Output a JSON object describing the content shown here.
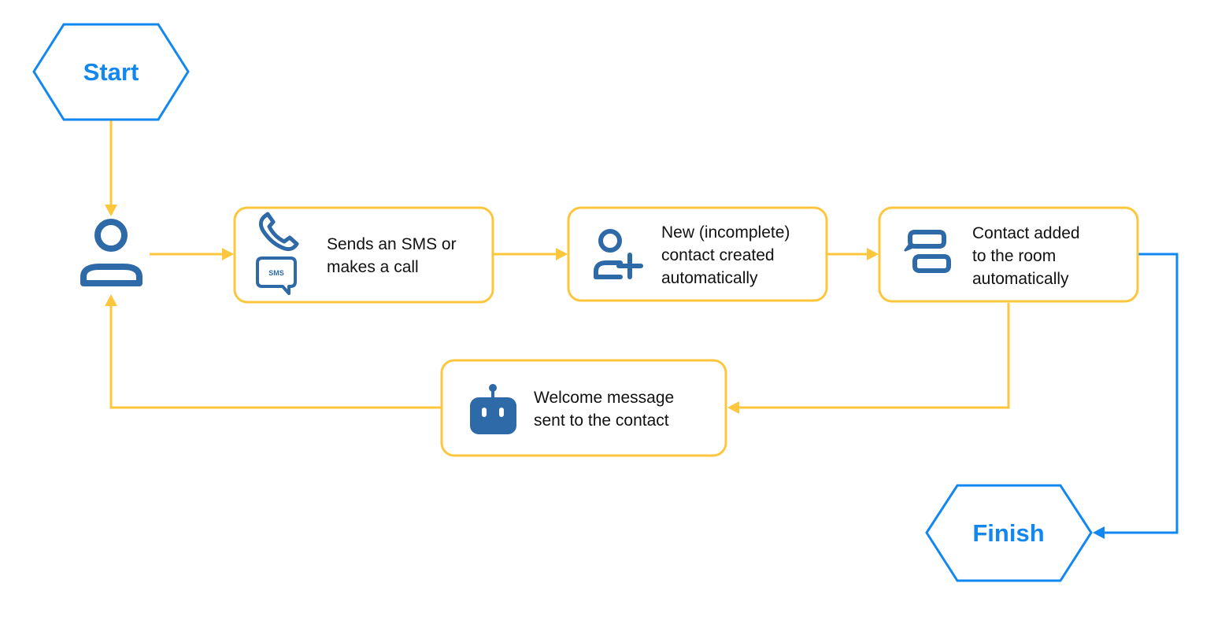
{
  "colors": {
    "flow": "#FCC63D",
    "terminal": "#1287EF",
    "icon": "#2E69A8",
    "text": "#111111",
    "background": "#FFFFFF"
  },
  "nodes": {
    "start": {
      "label": "Start"
    },
    "finish": {
      "label": "Finish"
    },
    "user": {
      "icon": "person-icon"
    },
    "sms_call": {
      "icons": [
        "phone-icon",
        "sms-bubble-icon"
      ],
      "sms_icon_label": "SMS",
      "lines": [
        "Sends an SMS or",
        "makes a call"
      ]
    },
    "new_contact": {
      "icon": "person-add-icon",
      "lines": [
        "New (incomplete)",
        "contact created",
        "automatically"
      ]
    },
    "room": {
      "icon": "chat-bubbles-icon",
      "lines": [
        "Contact added",
        "to the room",
        "automatically"
      ]
    },
    "welcome": {
      "icon": "robot-icon",
      "lines": [
        "Welcome message",
        "sent to the contact"
      ]
    }
  },
  "edges": [
    {
      "from": "start",
      "to": "user"
    },
    {
      "from": "user",
      "to": "sms_call"
    },
    {
      "from": "sms_call",
      "to": "new_contact"
    },
    {
      "from": "new_contact",
      "to": "room"
    },
    {
      "from": "room",
      "to": "welcome"
    },
    {
      "from": "welcome",
      "to": "user"
    },
    {
      "from": "room",
      "to": "finish"
    }
  ]
}
